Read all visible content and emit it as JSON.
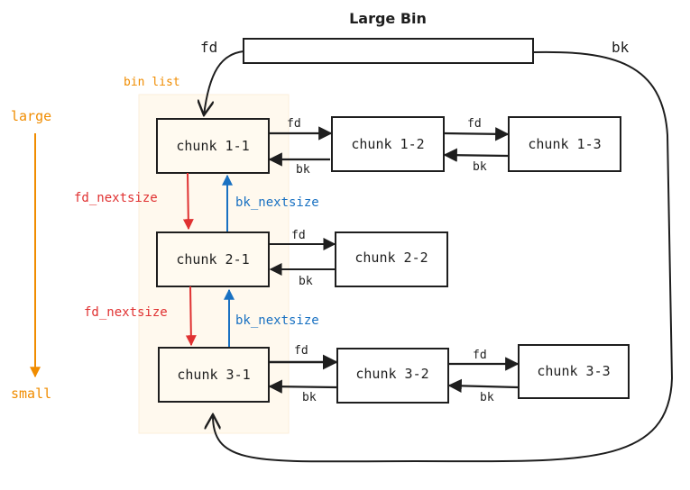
{
  "title": "Large Bin",
  "colors": {
    "stroke": "#1e1e1e",
    "bin_list_bg": "#fff9ee",
    "orange": "#f08c00",
    "fd_nextsize": "#e03131",
    "bk_nextsize": "#1971c2",
    "chunk_col_fill": "#fffaf0",
    "chunk_fill": "#ffffff"
  },
  "header": {
    "fd_label": "fd",
    "bk_label": "bk"
  },
  "bin_list_label": "bin list",
  "size_axis": {
    "top": "large",
    "bottom": "small"
  },
  "rows": [
    {
      "chunks": [
        "chunk 1-1",
        "chunk 1-2",
        "chunk 1-3"
      ],
      "links": [
        {
          "fd": "fd",
          "bk": "bk"
        },
        {
          "fd": "fd",
          "bk": "bk"
        }
      ]
    },
    {
      "chunks": [
        "chunk 2-1",
        "chunk 2-2"
      ],
      "links": [
        {
          "fd": "fd",
          "bk": "bk"
        }
      ]
    },
    {
      "chunks": [
        "chunk 3-1",
        "chunk 3-2",
        "chunk 3-3"
      ],
      "links": [
        {
          "fd": "fd",
          "bk": "bk"
        },
        {
          "fd": "fd",
          "bk": "bk"
        }
      ]
    }
  ],
  "nextsize_links": [
    {
      "fd": "fd_nextsize",
      "bk": "bk_nextsize"
    },
    {
      "fd": "fd_nextsize",
      "bk": "bk_nextsize"
    }
  ]
}
